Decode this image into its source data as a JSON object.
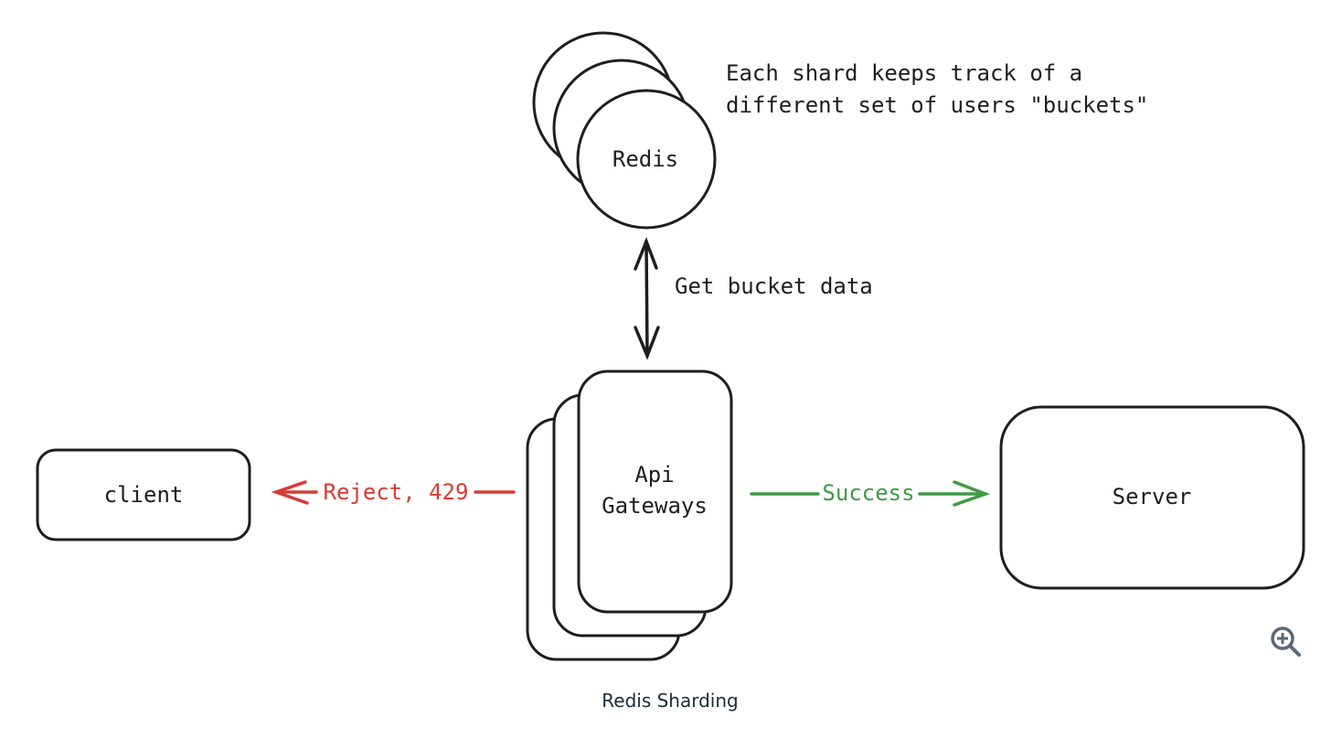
{
  "diagram": {
    "nodes": {
      "redis": {
        "label": "Redis",
        "shape": "stacked-circles",
        "stack_count": 3
      },
      "api_gateways": {
        "label_lines": [
          "Api",
          "Gateways"
        ],
        "shape": "stacked-rounded-rects",
        "stack_count": 3
      },
      "client": {
        "label": "client",
        "shape": "rounded-rect"
      },
      "server": {
        "label": "Server",
        "shape": "rounded-rect"
      }
    },
    "annotations": {
      "shard_note_lines": [
        "Each shard keeps track of a",
        "different set of users \"buckets\""
      ]
    },
    "edges": {
      "redis_gateway": {
        "label": "Get bucket data",
        "from": "api_gateways",
        "to": "redis",
        "bidirectional": true,
        "color": "#1e1e1e"
      },
      "reject": {
        "label": "Reject, 429",
        "from": "api_gateways",
        "to": "client",
        "color": "#d63b34"
      },
      "success": {
        "label": "Success",
        "from": "api_gateways",
        "to": "server",
        "color": "#3f9a46"
      }
    }
  },
  "caption": "Redis Sharding",
  "controls": {
    "zoom_icon": "zoom-in-icon",
    "zoom_color": "#5a6775"
  }
}
